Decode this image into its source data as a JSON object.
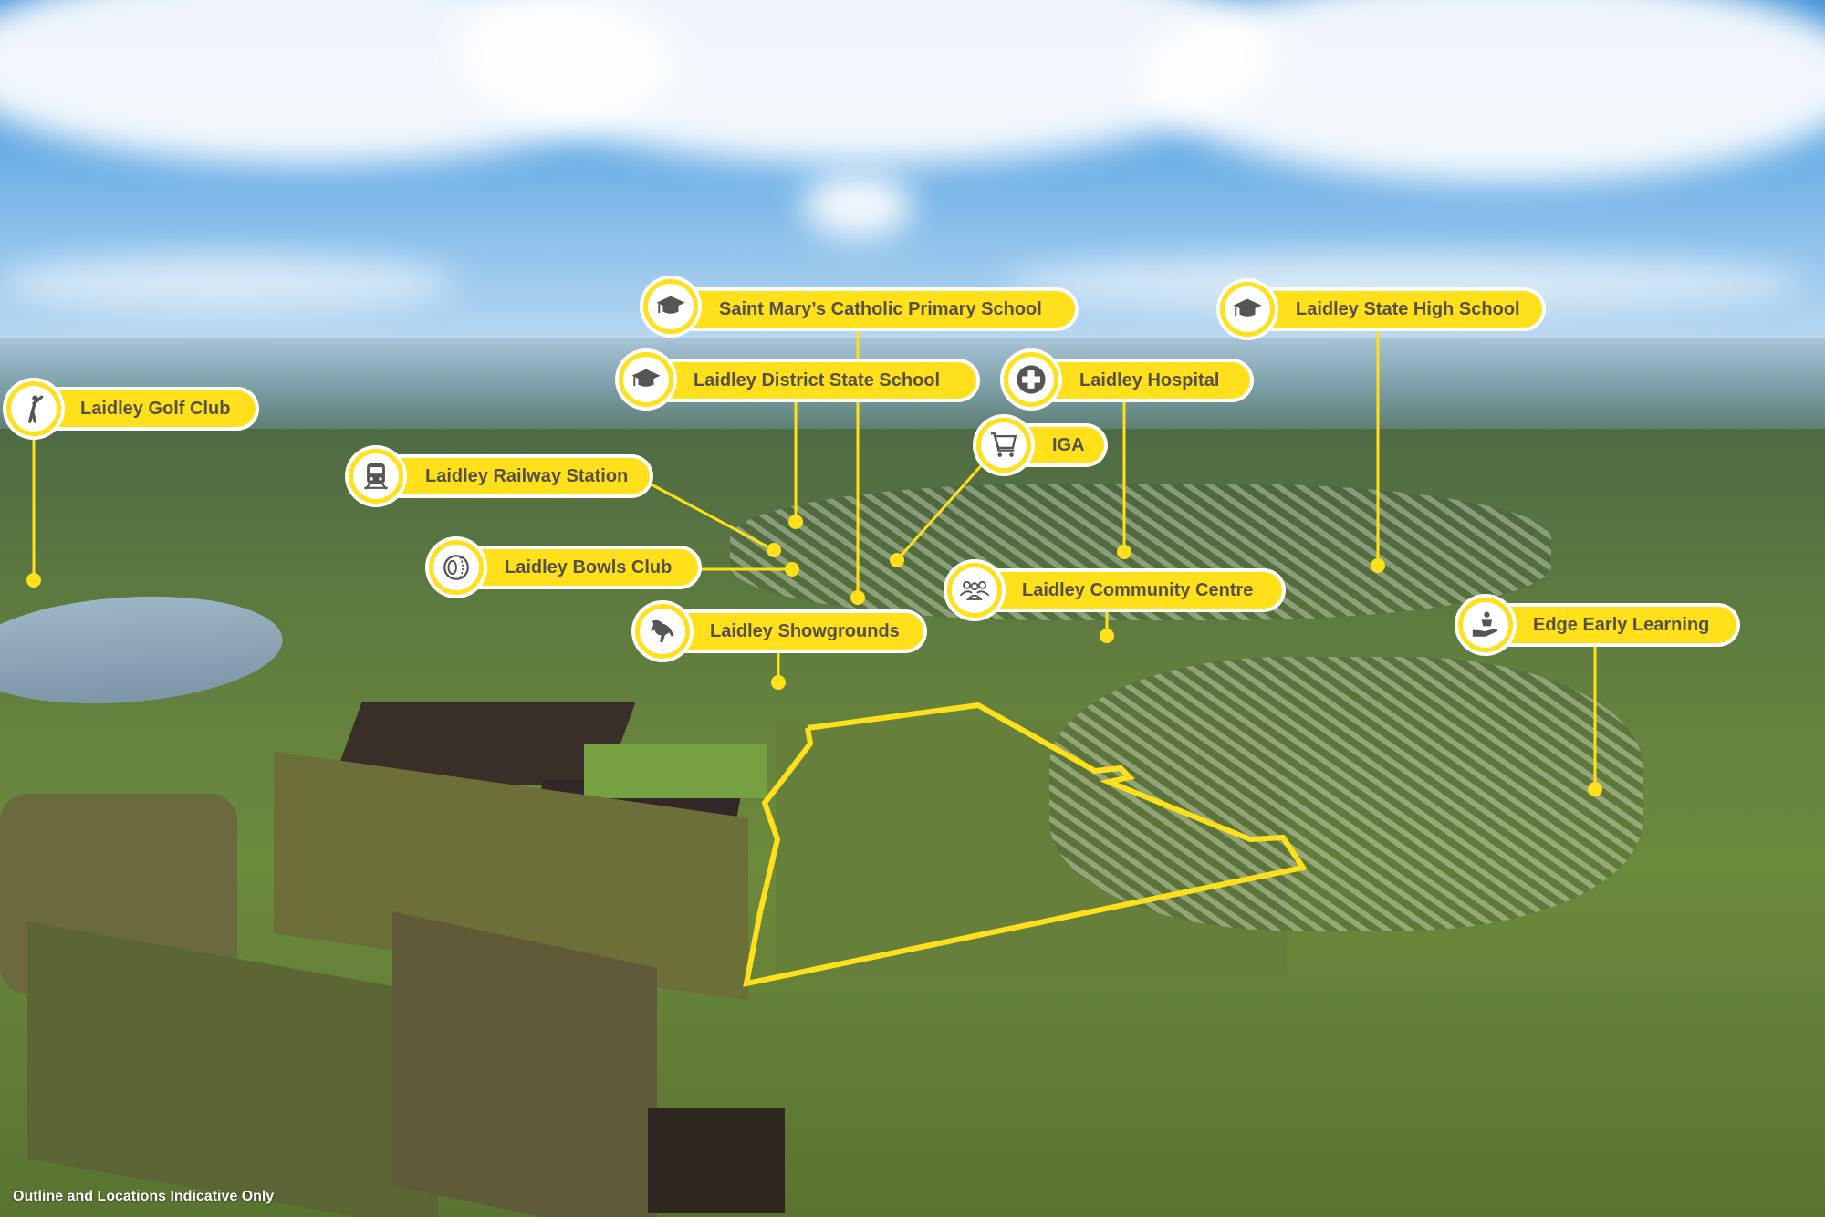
{
  "map": {
    "type": "aerial-photo-map",
    "accent_color": "#ffe01b",
    "label_text_color": "#555048",
    "outline_color": "#ffe01b",
    "footer_note": "Outline and Locations Indicative Only",
    "markers": [
      {
        "id": "golf",
        "label": "Laidley Golf Club",
        "icon": "golfer-icon"
      },
      {
        "id": "stmarys",
        "label": "Saint Mary’s Catholic Primary School",
        "icon": "graduation-cap-icon"
      },
      {
        "id": "district",
        "label": "Laidley District State School",
        "icon": "graduation-cap-icon"
      },
      {
        "id": "hospital",
        "label": "Laidley Hospital",
        "icon": "medical-cross-icon"
      },
      {
        "id": "iga",
        "label": "IGA",
        "icon": "shopping-cart-icon"
      },
      {
        "id": "railway",
        "label": "Laidley Railway Station",
        "icon": "train-icon"
      },
      {
        "id": "bowls",
        "label": "Laidley Bowls Club",
        "icon": "lawn-bowl-icon"
      },
      {
        "id": "showgrounds",
        "label": "Laidley Showgrounds",
        "icon": "horse-icon"
      },
      {
        "id": "community",
        "label": "Laidley Community Centre",
        "icon": "people-group-icon"
      },
      {
        "id": "highschool",
        "label": "Laidley State High School",
        "icon": "graduation-cap-icon"
      },
      {
        "id": "earlylearning",
        "label": "Edge Early Learning",
        "icon": "child-in-hand-icon"
      }
    ]
  }
}
